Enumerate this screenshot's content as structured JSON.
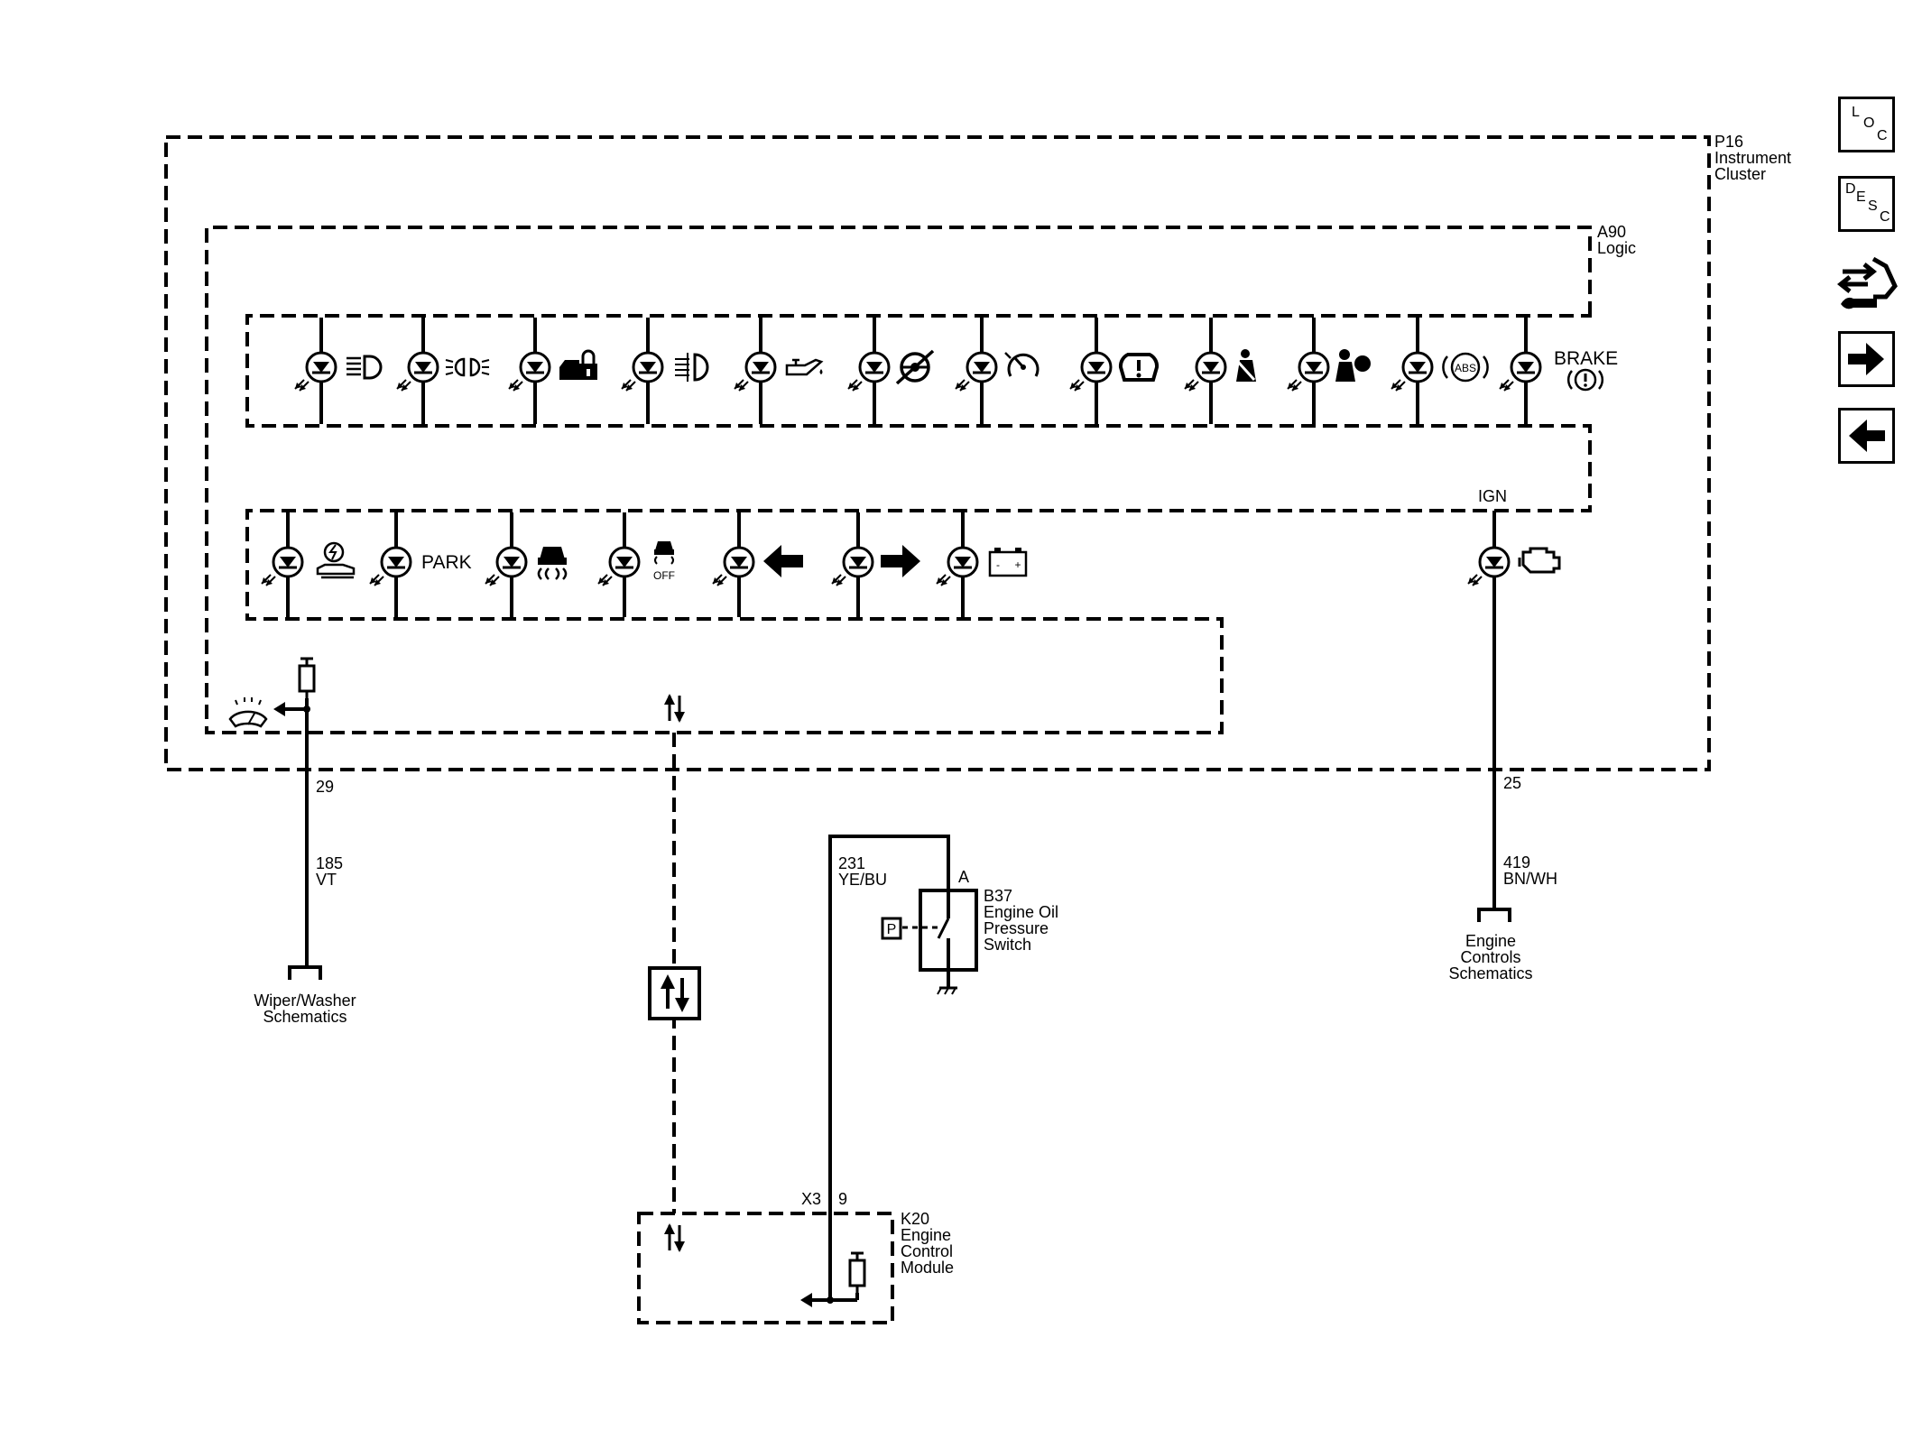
{
  "modules": {
    "p16": {
      "id": "P16",
      "line1": "Instrument",
      "line2": "Cluster"
    },
    "a90": {
      "id": "A90",
      "line1": "Logic"
    },
    "k20": {
      "id": "K20",
      "line1": "Engine",
      "line2": "Control",
      "line3": "Module"
    },
    "b37": {
      "id": "B37",
      "line1": "Engine Oil",
      "line2": "Pressure",
      "line3": "Switch",
      "pin": "A",
      "symbol": "P"
    }
  },
  "indicators": {
    "row1": [
      "high-beam",
      "park-lamps",
      "security",
      "rear-fog",
      "oil-pressure",
      "power-steering",
      "cruise-control",
      "tire-pressure",
      "seatbelt",
      "airbag",
      "abs",
      "brake"
    ],
    "row2": [
      "service-electronic",
      "park-brake",
      "traction-control",
      "traction-off",
      "left-turn",
      "right-turn",
      "battery"
    ],
    "ign_lamp": "check-engine"
  },
  "text": {
    "brake": "BRAKE",
    "park": "PARK",
    "abs": "ABS",
    "off": "OFF",
    "ign": "IGN",
    "batt_minus": "-",
    "batt_plus": "+"
  },
  "wires": {
    "wiper": {
      "pin": "29",
      "circuit": "185",
      "color": "VT"
    },
    "oil": {
      "circuit": "231",
      "color": "YE/BU",
      "connector": "X3",
      "pin": "9"
    },
    "engine": {
      "pin": "25",
      "circuit": "419",
      "color": "BN/WH"
    }
  },
  "references": {
    "wiper": {
      "line1": "Wiper/Washer",
      "line2": "Schematics"
    },
    "engine": {
      "line1": "Engine",
      "line2": "Controls",
      "line3": "Schematics"
    }
  },
  "nav": {
    "loc": [
      "L",
      "O",
      "C"
    ],
    "desc": [
      "D",
      "E",
      "S",
      "C"
    ],
    "buttons": [
      "loc-button",
      "desc-button",
      "connector-button",
      "next-button",
      "prev-button"
    ]
  }
}
